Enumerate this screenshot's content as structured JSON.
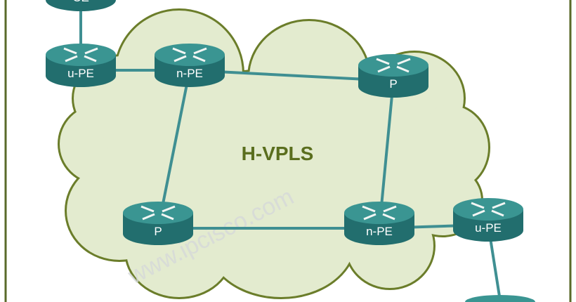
{
  "title": "H-VPLS",
  "watermark": "www.ipcisco.com",
  "colors": {
    "cloud_fill": "#e3ebcf",
    "cloud_stroke": "#6b7d2a",
    "router": "#2f8a88",
    "link": "#3f8f92",
    "frame": "#5a6a2a",
    "title": "#5a6e1e"
  },
  "devices": [
    {
      "id": "ce-top",
      "label": "CE",
      "icon": "router-icon"
    },
    {
      "id": "upe-left",
      "label": "u-PE",
      "icon": "router-icon"
    },
    {
      "id": "npe-top",
      "label": "n-PE",
      "icon": "router-icon"
    },
    {
      "id": "p-right",
      "label": "P",
      "icon": "router-icon"
    },
    {
      "id": "p-left",
      "label": "P",
      "icon": "router-icon"
    },
    {
      "id": "npe-bottom",
      "label": "n-PE",
      "icon": "router-icon"
    },
    {
      "id": "upe-right",
      "label": "u-PE",
      "icon": "router-icon"
    },
    {
      "id": "ce-bottom",
      "label": "",
      "icon": "router-icon"
    }
  ],
  "links": [
    [
      "ce-top",
      "upe-left"
    ],
    [
      "upe-left",
      "npe-top"
    ],
    [
      "npe-top",
      "p-right"
    ],
    [
      "npe-top",
      "p-left"
    ],
    [
      "p-right",
      "npe-bottom"
    ],
    [
      "p-left",
      "npe-bottom"
    ],
    [
      "npe-bottom",
      "upe-right"
    ],
    [
      "upe-right",
      "ce-bottom"
    ]
  ]
}
